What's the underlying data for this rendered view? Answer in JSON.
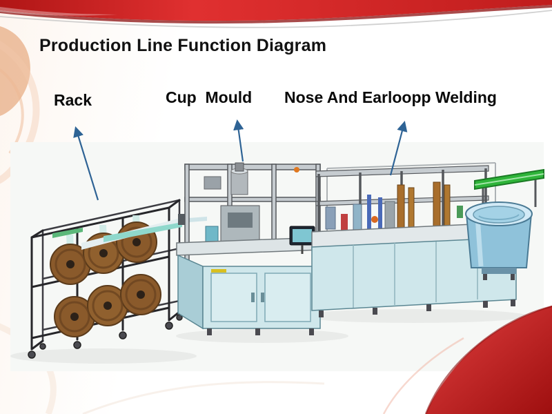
{
  "slide": {
    "title": "Production Line Function Diagram",
    "labels": {
      "rack": "Rack",
      "cup_mould": "Cup  Mould",
      "nose_welding": "Nose And Earloopp Welding"
    },
    "illustration_parts": [
      "material rack with six brown reels",
      "cup mould forming machine",
      "nose and earloop welding line",
      "bowl feeder",
      "outfeed conveyor"
    ]
  },
  "colors": {
    "banner_red": "#c41e1e",
    "corner_red": "#b01616",
    "arrow_blue": "#2e6395",
    "machine_panel_teal": "#cfe7eb",
    "reel_brown": "#8a5a2b",
    "bowl_blue": "#8fc2da",
    "conveyor_green": "#2eb439",
    "title_text": "#111111"
  }
}
